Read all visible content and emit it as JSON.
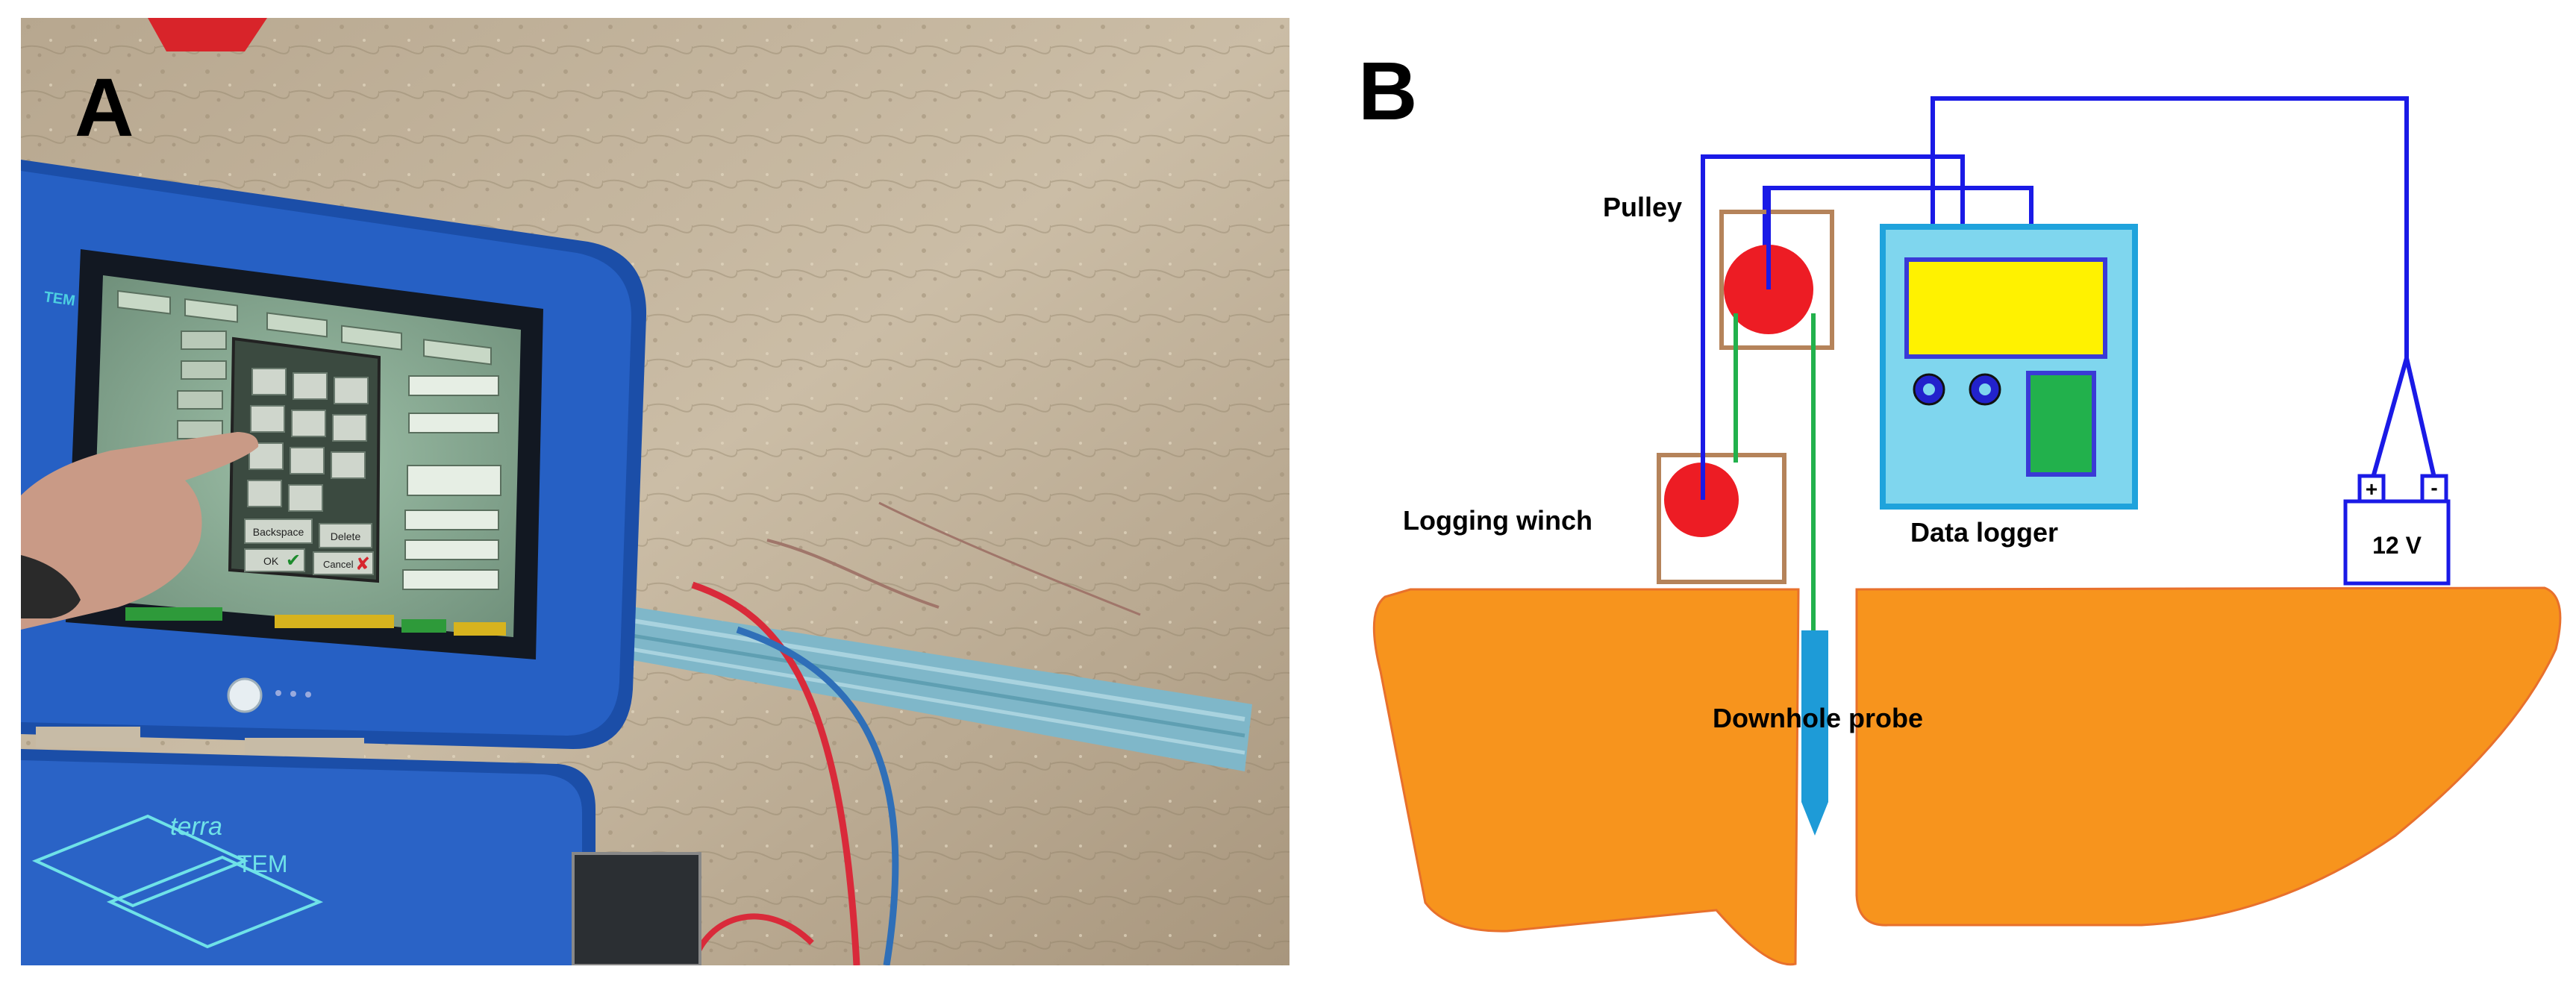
{
  "panels": {
    "a_letter": "A",
    "b_letter": "B"
  },
  "photo": {
    "screen_logo": "TEM",
    "lid_logo_top": "terra",
    "lid_logo_bottom": "TEM",
    "keypad_backspace": "Backspace",
    "keypad_delete": "Delete",
    "keypad_ok": "OK",
    "keypad_cancel": "Cancel"
  },
  "diagram": {
    "labels": {
      "pulley": "Pulley",
      "logging_winch": "Logging winch",
      "data_logger": "Data logger",
      "downhole_probe": "Downhole probe",
      "battery_voltage": "12 V",
      "battery_plus": "+",
      "battery_minus": "-"
    },
    "colors": {
      "ground": "#F7941D",
      "cable_blue": "#1A1AE6",
      "cable_green": "#22B14C",
      "pulley_red": "#ED1C24",
      "frame_brown": "#B5835A",
      "logger_body": "#7FD6EE",
      "logger_border": "#1FA3DC",
      "logger_screen": "#FFF200",
      "logger_button": "#22B14C",
      "probe": "#1E9BD7"
    }
  }
}
